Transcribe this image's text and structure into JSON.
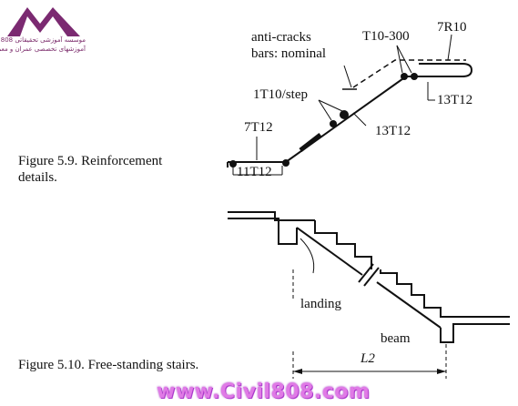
{
  "logo": {
    "line1": "موسسه آموزشی تحقیقاتی 808",
    "line2": "آموزشهای تخصصی عمران و معماری"
  },
  "figure_5_9": {
    "caption": "Figure 5.9. Reinforcement details.",
    "labels": {
      "anti_cracks_1": "anti-cracks",
      "anti_cracks_2": "bars: nominal",
      "t10_300": "T10-300",
      "r7r10": "7R10",
      "t1t10_step": "1T10/step",
      "t13t12_mid": "13T12",
      "t13t12_top": "13T12",
      "t7t12": "7T12",
      "t11t12": "11T12"
    }
  },
  "figure_5_10": {
    "caption": "Figure 5.10. Free-standing stairs.",
    "labels": {
      "landing": "landing",
      "beam": "beam",
      "span": "L2"
    }
  },
  "watermark": "www.Civil808.com"
}
